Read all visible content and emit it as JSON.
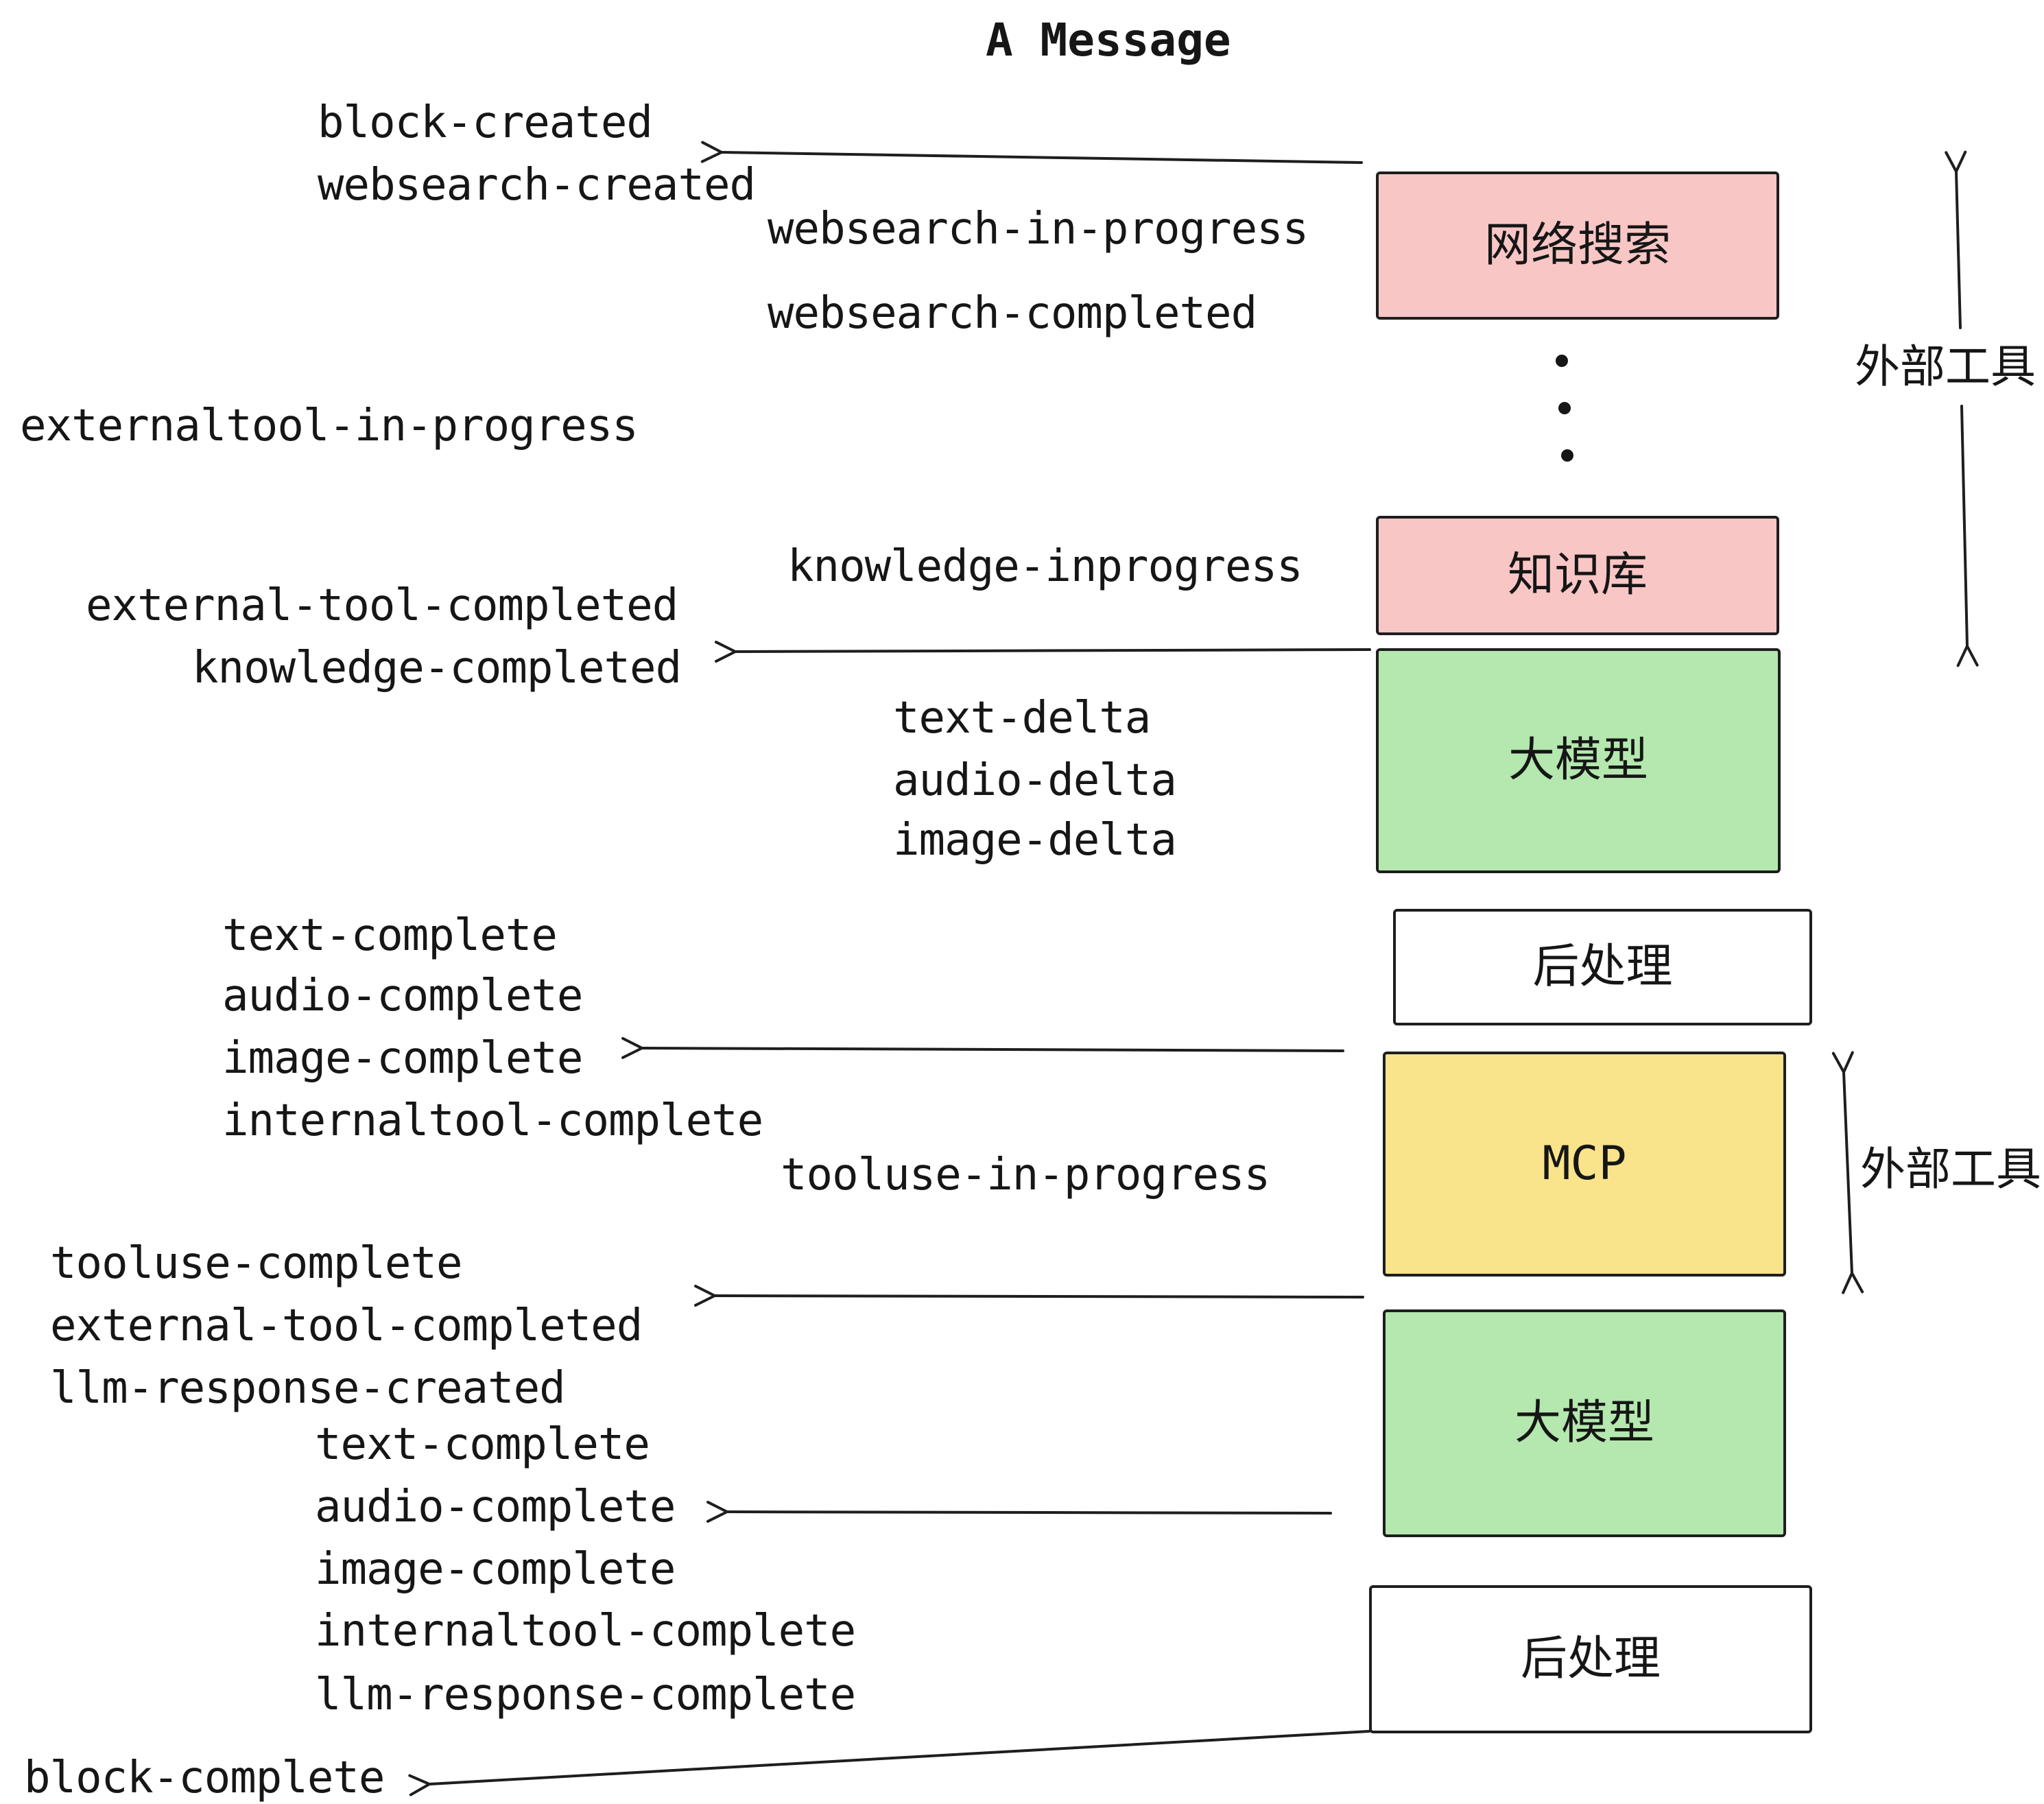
{
  "title": "A Message",
  "boxes": [
    {
      "label": "网络搜索",
      "color": "#f9c6c6"
    },
    {
      "label": "知识库",
      "color": "#f9c6c6"
    },
    {
      "label": "大模型",
      "color": "#b4e8ae"
    },
    {
      "label": "后处理",
      "color": "#ffffff"
    },
    {
      "label": "MCP",
      "color": "#f9e38b"
    },
    {
      "label": "大模型",
      "color": "#b4e8ae"
    },
    {
      "label": "后处理",
      "color": "#ffffff"
    }
  ],
  "events": [
    "block-created",
    "websearch-created",
    "websearch-in-progress",
    "websearch-completed",
    "externaltool-in-progress",
    "knowledge-inprogress",
    "external-tool-completed",
    "knowledge-completed",
    "text-delta",
    "audio-delta",
    "image-delta",
    "text-complete",
    "audio-complete",
    "image-complete",
    "internaltool-complete",
    "tooluse-in-progress",
    "tooluse-complete",
    "external-tool-completed",
    "llm-response-created",
    "text-complete",
    "audio-complete",
    "image-complete",
    "internaltool-complete",
    "llm-response-complete",
    "block-complete"
  ],
  "annotations": [
    "外部工具",
    "外部工具"
  ],
  "stroke_color": "#1e1e1e"
}
